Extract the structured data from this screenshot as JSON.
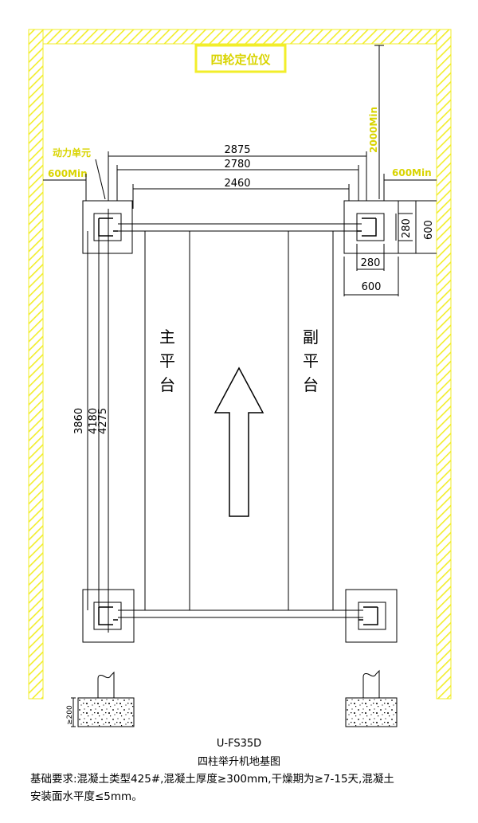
{
  "labels": {
    "alignment_device": "四轮定位仪",
    "power_unit": "动力单元",
    "min_left": "600Min",
    "min_right": "600Min",
    "min_top": "2000Min",
    "main_platform": [
      "主",
      "平",
      "台"
    ],
    "aux_platform": [
      "副",
      "平",
      "台"
    ]
  },
  "dimensions": {
    "width_outer": "2875",
    "width_mid": "2780",
    "width_inner": "2460",
    "length_a": "3860",
    "length_b": "4180",
    "length_c": "4275",
    "post_inner_w": "280",
    "post_inner_h": "280",
    "base_w": "600",
    "base_h": "600",
    "foundation_depth": "≥200"
  },
  "footer": {
    "model": "U-FS35D",
    "title": "四柱举升机地基图",
    "requirements_line1": "基础要求:混凝土类型425#,混凝土厚度≥300mm,干燥期为≥7-15天,混凝土",
    "requirements_line2": "安装面水平度≤5mm。"
  },
  "colors": {
    "wall_hatch": "#f2ee2a",
    "ink": "#000000",
    "label_yellow": "#d9d400"
  }
}
